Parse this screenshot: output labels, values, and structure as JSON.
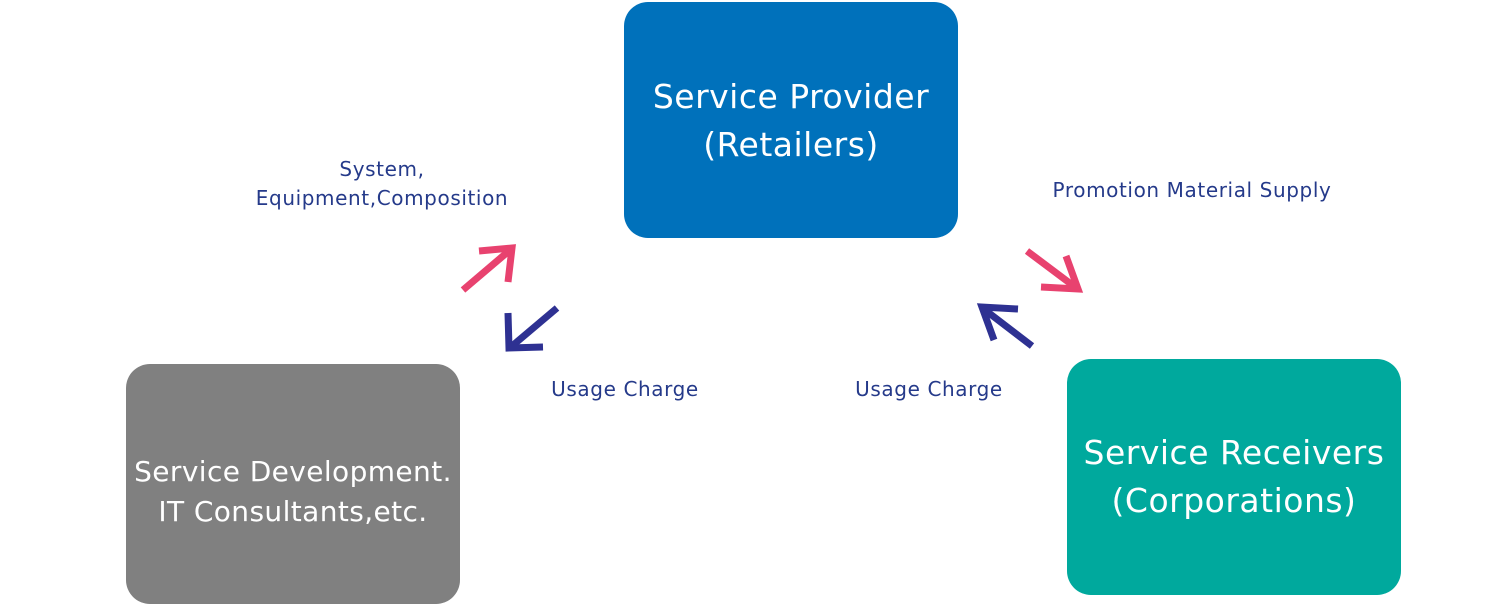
{
  "colors": {
    "provider": "#0071bb",
    "developer": "#808080",
    "receivers": "#00a99d",
    "label_text": "#253a8a",
    "arrow_pink": "#e8426f",
    "arrow_navy": "#2e3192"
  },
  "nodes": {
    "provider": {
      "line1": "Service Provider",
      "line2": "(Retailers)"
    },
    "developer": {
      "line1": "Service Development.",
      "line2": "IT Consultants,etc."
    },
    "receivers": {
      "line1": "Service Receivers",
      "line2": "(Corporations)"
    }
  },
  "edges": {
    "system": {
      "line1": "System,",
      "line2": "Equipment,Composition"
    },
    "promotion": {
      "text": "Promotion Material Supply"
    },
    "usage_left": {
      "text": "Usage Charge"
    },
    "usage_right": {
      "text": "Usage Charge"
    }
  }
}
